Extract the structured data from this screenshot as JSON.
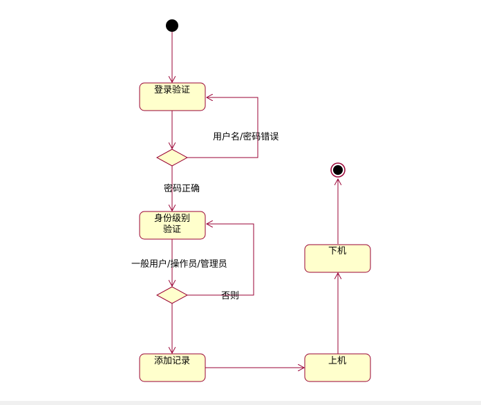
{
  "diagram": {
    "states": {
      "login_verify": "登录验证",
      "identity_verify_line1": "身份级别",
      "identity_verify_line2": "验证",
      "add_record": "添加记录",
      "power_on": "上机",
      "power_off": "下机"
    },
    "transitions": {
      "login_error": "用户名/密码错误",
      "password_correct": "密码正确",
      "user_roles": "一般用户/操作员/管理员",
      "otherwise": "否则"
    },
    "colors": {
      "state_fill": "#ffffcc",
      "stroke": "#990033",
      "node_fill": "#000000"
    }
  }
}
